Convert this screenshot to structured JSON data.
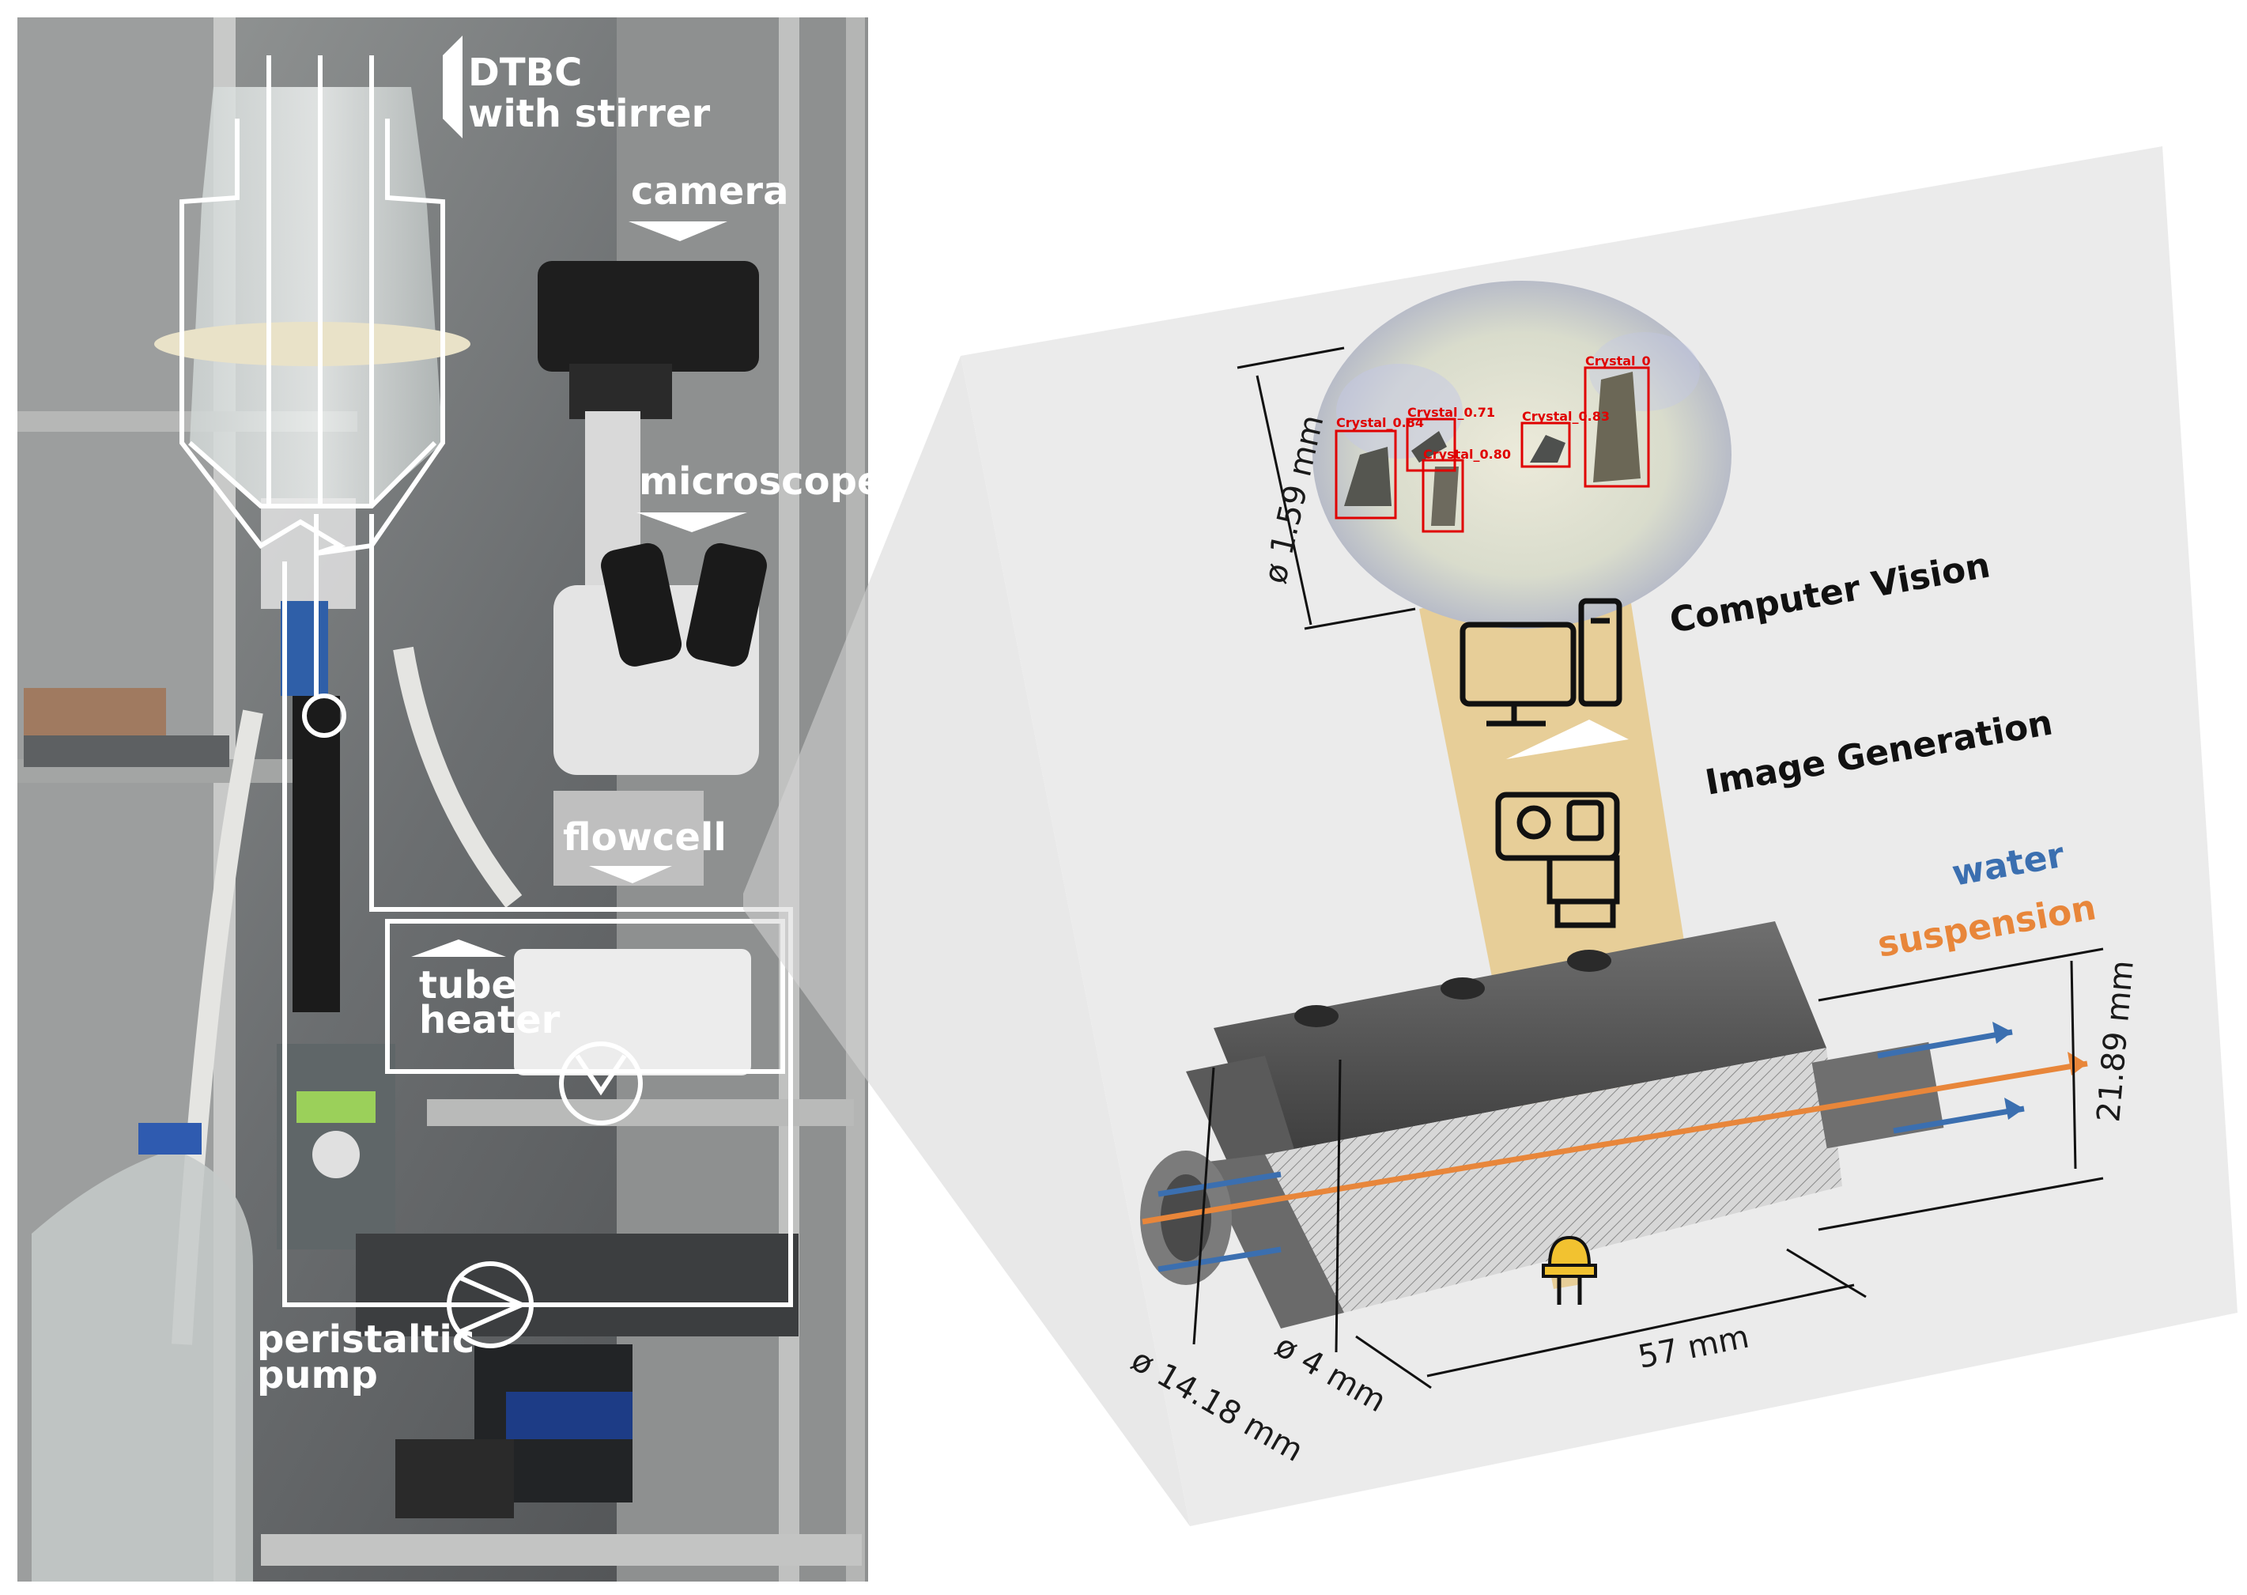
{
  "photo_labels": {
    "dtbc": "DTBC",
    "stirrer": "with stirrer",
    "camera": "camera",
    "microscope": "microscope",
    "flowcell": "flowcell",
    "tube": "tube",
    "heater": "heater",
    "peristaltic": "peristaltic",
    "pump": "pump"
  },
  "diagram_labels": {
    "computer_vision": "Computer Vision",
    "image_generation": "Image Generation",
    "water": "water",
    "suspension": "suspension"
  },
  "dimensions": {
    "view_diameter": "ø 1.59 mm",
    "height": "21.89 mm",
    "length": "57 mm",
    "outer_diameter": "ø 14.18 mm",
    "inner_diameter": "ø 4 mm"
  },
  "detections": [
    {
      "label": "Crystal_0.84"
    },
    {
      "label": "Crystal_0.71"
    },
    {
      "label": "Crystal_0.80"
    },
    {
      "label": "Crystal_0.83"
    },
    {
      "label": "Crystal_0"
    }
  ],
  "colors": {
    "water": "#3b6fb0",
    "suspension": "#e8863a",
    "beam": "#e8c878",
    "annotation_lines": "#ffffff"
  }
}
